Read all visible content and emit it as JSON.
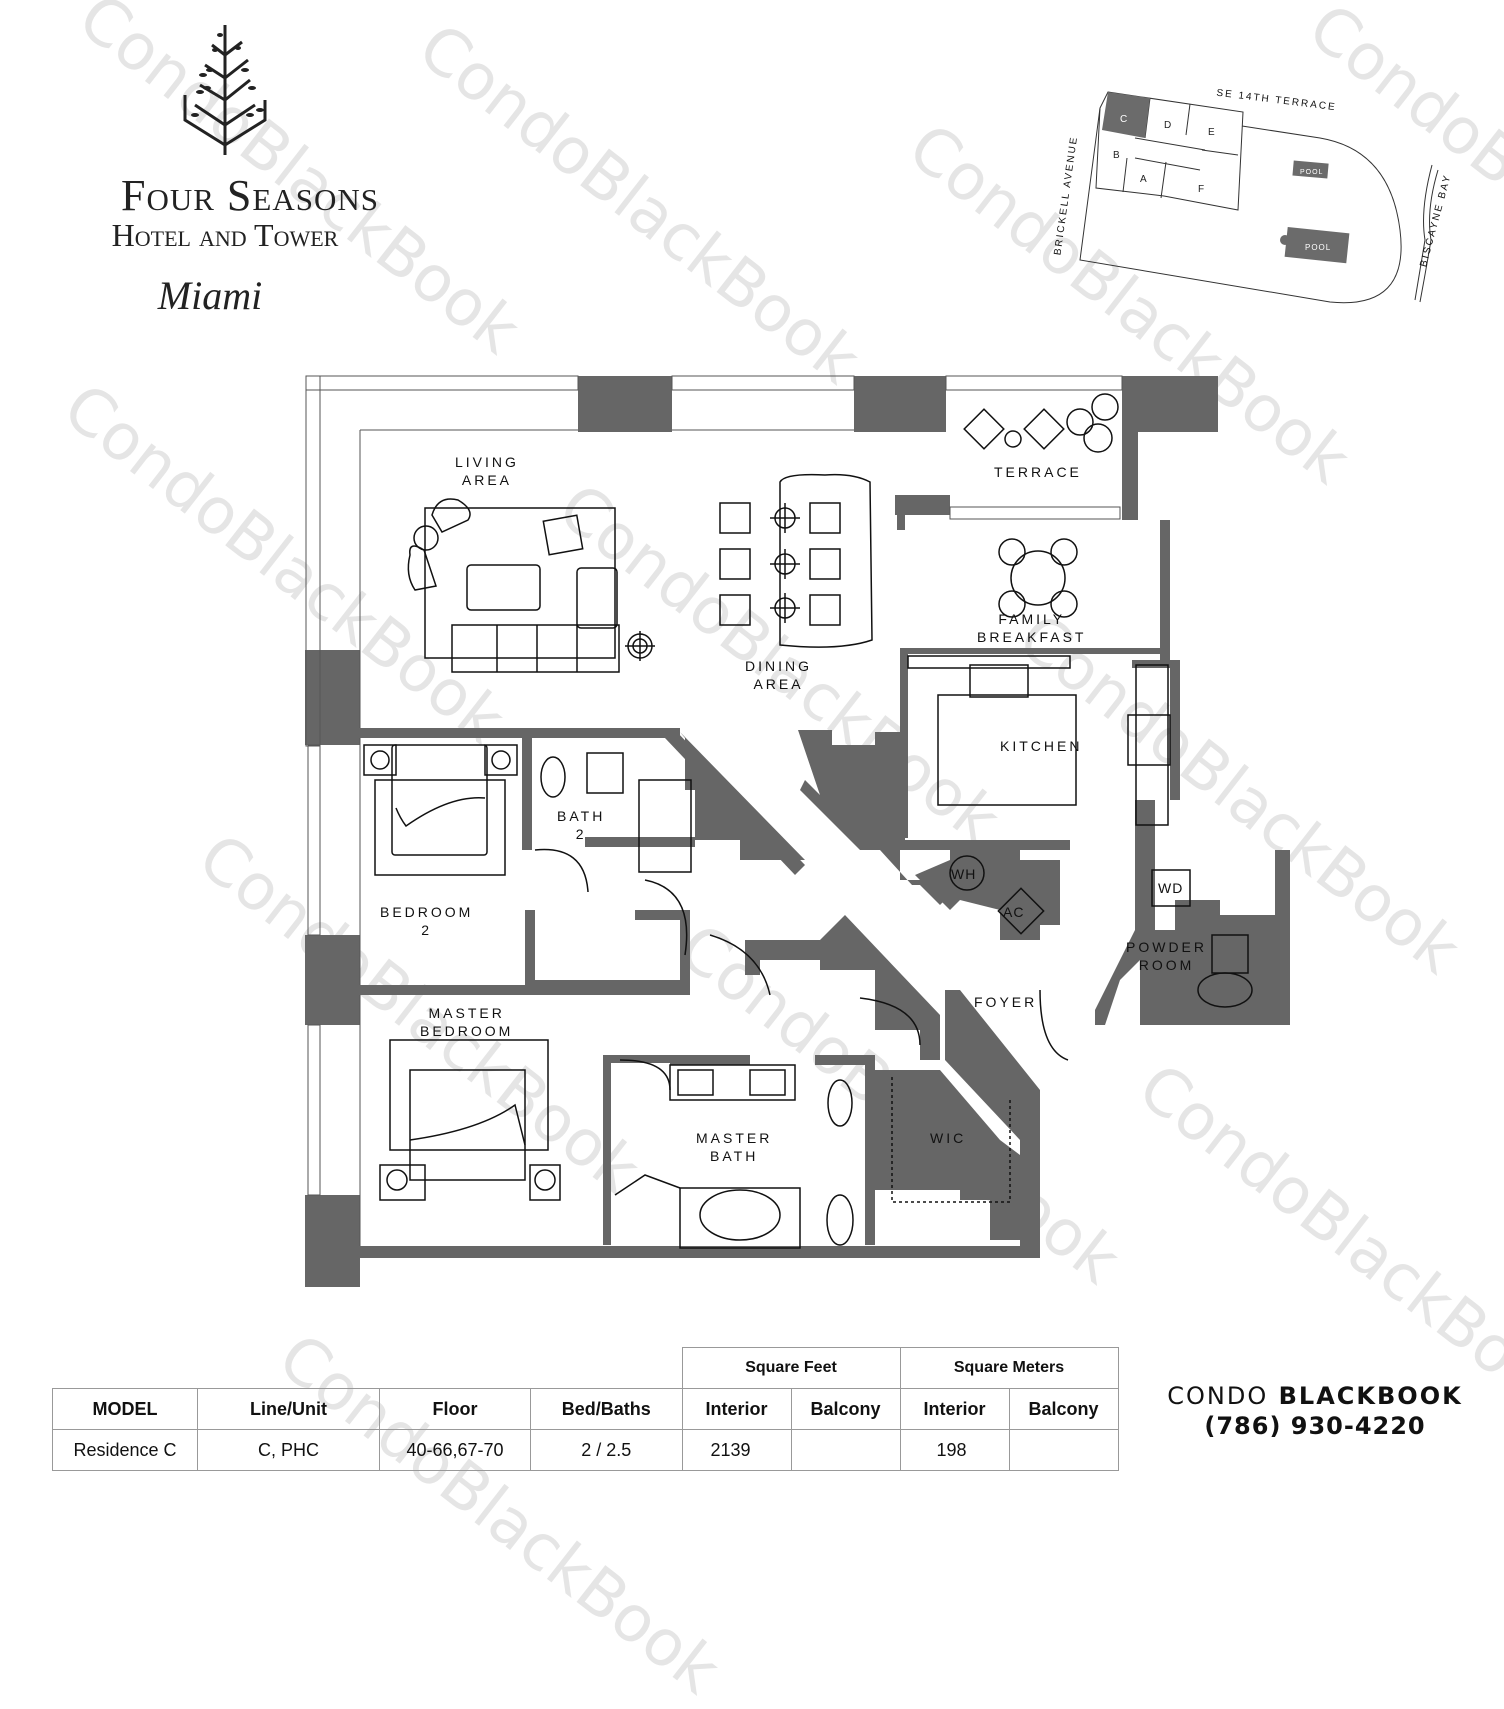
{
  "logo": {
    "brand": "Four Seasons",
    "subtitle": "Hotel and Tower",
    "city": "Miami",
    "icon": "tree-icon"
  },
  "site_plan": {
    "streets": {
      "west": "BRICKELL AVENUE",
      "north": "SE 14TH TERRACE",
      "east": "BISCAYNE BAY"
    },
    "units": [
      "A",
      "B",
      "C",
      "D",
      "E",
      "F"
    ],
    "highlighted_unit": "C",
    "pools": [
      "POOL",
      "POOL"
    ],
    "highlight_color": "#6b6b6b"
  },
  "floorplan": {
    "wall_color": "#666666",
    "rooms": [
      {
        "id": "living",
        "label": "LIVING\nAREA"
      },
      {
        "id": "dining",
        "label": "DINING\nAREA"
      },
      {
        "id": "terrace",
        "label": "TERRACE"
      },
      {
        "id": "family",
        "label": "FAMILY\nBREAKFAST"
      },
      {
        "id": "kitchen",
        "label": "KITCHEN"
      },
      {
        "id": "bath2",
        "label": "BATH\n2"
      },
      {
        "id": "bedroom2",
        "label": "BEDROOM\n2"
      },
      {
        "id": "wh",
        "label": "WH"
      },
      {
        "id": "ac",
        "label": "AC"
      },
      {
        "id": "wd",
        "label": "WD"
      },
      {
        "id": "powder",
        "label": "POWDER\nROOM"
      },
      {
        "id": "foyer",
        "label": "FOYER"
      },
      {
        "id": "master_bedroom",
        "label": "MASTER\nBEDROOM"
      },
      {
        "id": "master_bath",
        "label": "MASTER\nBATH"
      },
      {
        "id": "wic",
        "label": "WIC"
      }
    ]
  },
  "specs": {
    "group_headers": {
      "sqft": "Square Feet",
      "sqm": "Square Meters"
    },
    "columns": [
      "MODEL",
      "Line/Unit",
      "Floor",
      "Bed/Baths",
      "Interior",
      "Balcony",
      "Interior",
      "Balcony"
    ],
    "row": {
      "model": "Residence C",
      "line_unit": "C, PHC",
      "floor": "40-66,67-70",
      "bed_baths": "2 / 2.5",
      "sqft_interior": "2139",
      "sqft_balcony": "",
      "sqm_interior": "198",
      "sqm_balcony": ""
    }
  },
  "contact": {
    "name_light": "CONDO",
    "name_bold": "BLACKBOOK",
    "phone": "(786) 930-4220"
  },
  "watermark": "CondoBlackBook"
}
